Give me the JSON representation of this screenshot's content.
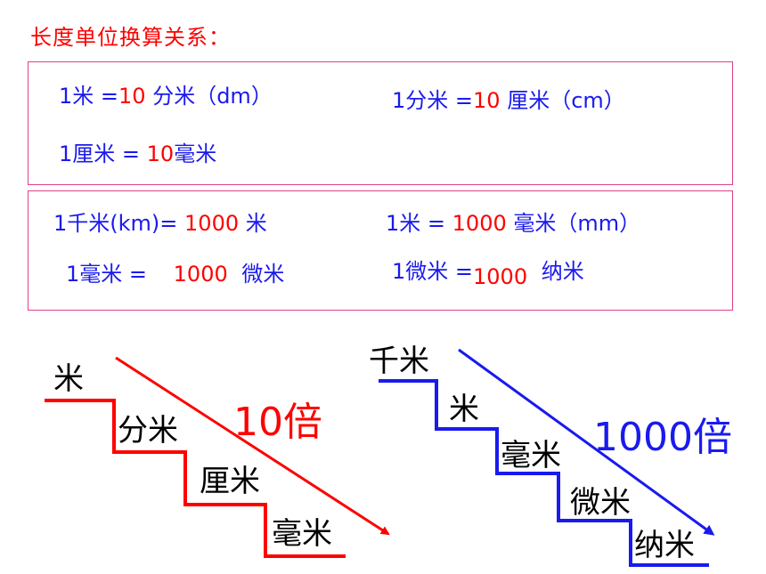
{
  "title": "长度单位换算关系：",
  "group1": [
    {
      "left": "1米 =",
      "value": "10",
      "unit": "分米（dm）"
    },
    {
      "left": "1分米 =",
      "value": "10",
      "unit": "厘米（cm）"
    },
    {
      "left": "1厘米 =",
      "value": "10",
      "unit": "毫米"
    }
  ],
  "group2": [
    {
      "left": "1千米(km)=",
      "value": "1000",
      "unit": "米"
    },
    {
      "left": "1米 =",
      "value": "1000",
      "unit": "毫米（mm）"
    },
    {
      "left": "1毫米 =",
      "value": "1000",
      "unit": "微米"
    },
    {
      "left": "1微米 =",
      "value": "1000",
      "unit": "纳米"
    }
  ],
  "stairs_red": {
    "steps": [
      "米",
      "分米",
      "厘米",
      "毫米"
    ],
    "ratio": "10倍",
    "color": "#ff0000"
  },
  "stairs_blue": {
    "steps": [
      "千米",
      "米",
      "毫米",
      "微米",
      "纳米"
    ],
    "ratio": "1000倍",
    "color": "#1a1aee"
  }
}
